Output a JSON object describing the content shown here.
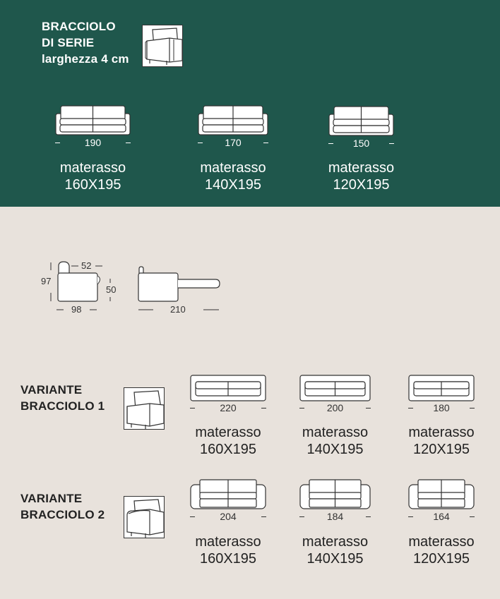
{
  "standard": {
    "title_lines": [
      "BRACCIOLO",
      "DI SERIE",
      "larghezza 4 cm"
    ],
    "icon": "armrest-standard-icon",
    "items": [
      {
        "width": "190",
        "label": "materasso",
        "size": "160X195"
      },
      {
        "width": "170",
        "label": "materasso",
        "size": "140X195"
      },
      {
        "width": "150",
        "label": "materasso",
        "size": "120X195"
      }
    ]
  },
  "profile": {
    "height": "97",
    "depth_seat": "52",
    "seat_height": "50",
    "depth": "98",
    "open_length": "210"
  },
  "variant1": {
    "title_lines": [
      "VARIANTE",
      "BRACCIOLO 1"
    ],
    "icon": "armrest-variant-1-icon",
    "items": [
      {
        "width": "220",
        "label": "materasso",
        "size": "160X195"
      },
      {
        "width": "200",
        "label": "materasso",
        "size": "140X195"
      },
      {
        "width": "180",
        "label": "materasso",
        "size": "120X195"
      }
    ]
  },
  "variant2": {
    "title_lines": [
      "VARIANTE",
      "BRACCIOLO 2"
    ],
    "icon": "armrest-variant-2-icon",
    "items": [
      {
        "width": "204",
        "label": "materasso",
        "size": "160X195"
      },
      {
        "width": "184",
        "label": "materasso",
        "size": "140X195"
      },
      {
        "width": "164",
        "label": "materasso",
        "size": "120X195"
      }
    ]
  },
  "colors": {
    "green": "#1f574c",
    "beige": "#e8e2dc"
  }
}
